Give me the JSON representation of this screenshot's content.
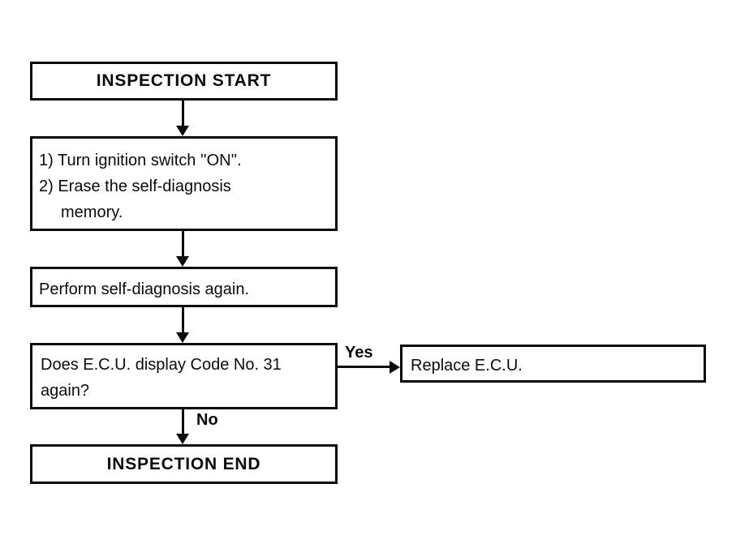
{
  "flowchart": {
    "kind": "inspection-procedure-flowchart",
    "colors": {
      "background": "#ffffff",
      "line": "#0b0b0b",
      "text": "#0b0b0b",
      "node_fill": "#ffffff"
    },
    "nodes": {
      "inspection_start": {
        "label": "INSPECTION START"
      },
      "procedure": {
        "line1": "1) Turn ignition switch ''ON''.",
        "line2": "2) Erase the self-diagnosis",
        "line3": "memory."
      },
      "perform": {
        "label": "Perform self-diagnosis again."
      },
      "decision": {
        "line1": "Does E.C.U. display Code No. 31",
        "line2": "again?"
      },
      "replace": {
        "label": "Replace E.C.U."
      },
      "inspection_end": {
        "label": "INSPECTION END"
      }
    },
    "edge_labels": {
      "yes": "Yes",
      "no": "No"
    },
    "edges": [
      {
        "from": "inspection_start",
        "to": "procedure",
        "label": ""
      },
      {
        "from": "procedure",
        "to": "perform",
        "label": ""
      },
      {
        "from": "perform",
        "to": "decision",
        "label": ""
      },
      {
        "from": "decision",
        "to": "replace",
        "label": "Yes"
      },
      {
        "from": "decision",
        "to": "inspection_end",
        "label": "No"
      }
    ]
  }
}
